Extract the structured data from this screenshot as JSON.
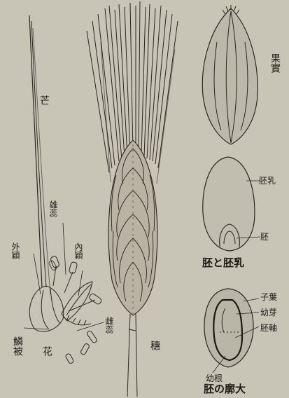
{
  "labels": {
    "awn": "芒",
    "stamen": "雄蕊",
    "outer_glume": "外穎",
    "inner_glume": "內穎",
    "pistil": "雌蕊",
    "lodicule": "鱗被",
    "flower": "花",
    "ear": "穗",
    "fruit": "果實",
    "endosperm": "胚乳",
    "embryo": "胚",
    "caption_embryo_endosperm": "胚と胚乳",
    "cotyledon": "子葉",
    "plumule": "幼芽",
    "hypocotyl": "胚軸",
    "radicle": "幼根",
    "caption_embryo_enlarged": "胚の廓大"
  },
  "colors": {
    "background": "#c8c4b6",
    "ink": "#1e1b17"
  }
}
